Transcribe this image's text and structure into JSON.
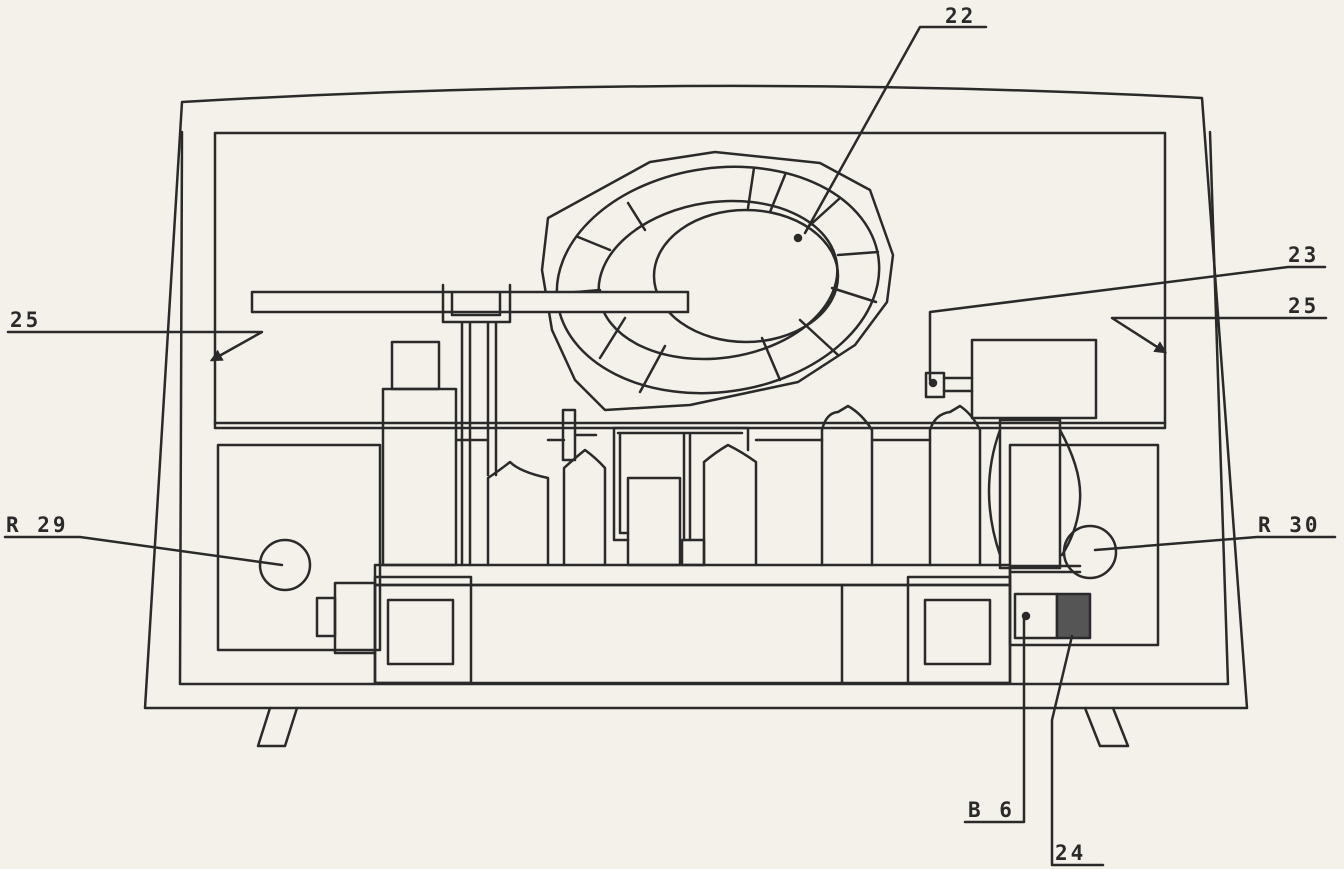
{
  "colors": {
    "ink": "#2a2a2a",
    "paper": "#f4f1ea",
    "dark_box": "#555555"
  },
  "labels": {
    "l22": "22",
    "l23": "23",
    "l25_left": "25",
    "l25_right": "25",
    "r29": "R 29",
    "r30": "R 30",
    "b6": "B 6",
    "l24": "24"
  }
}
